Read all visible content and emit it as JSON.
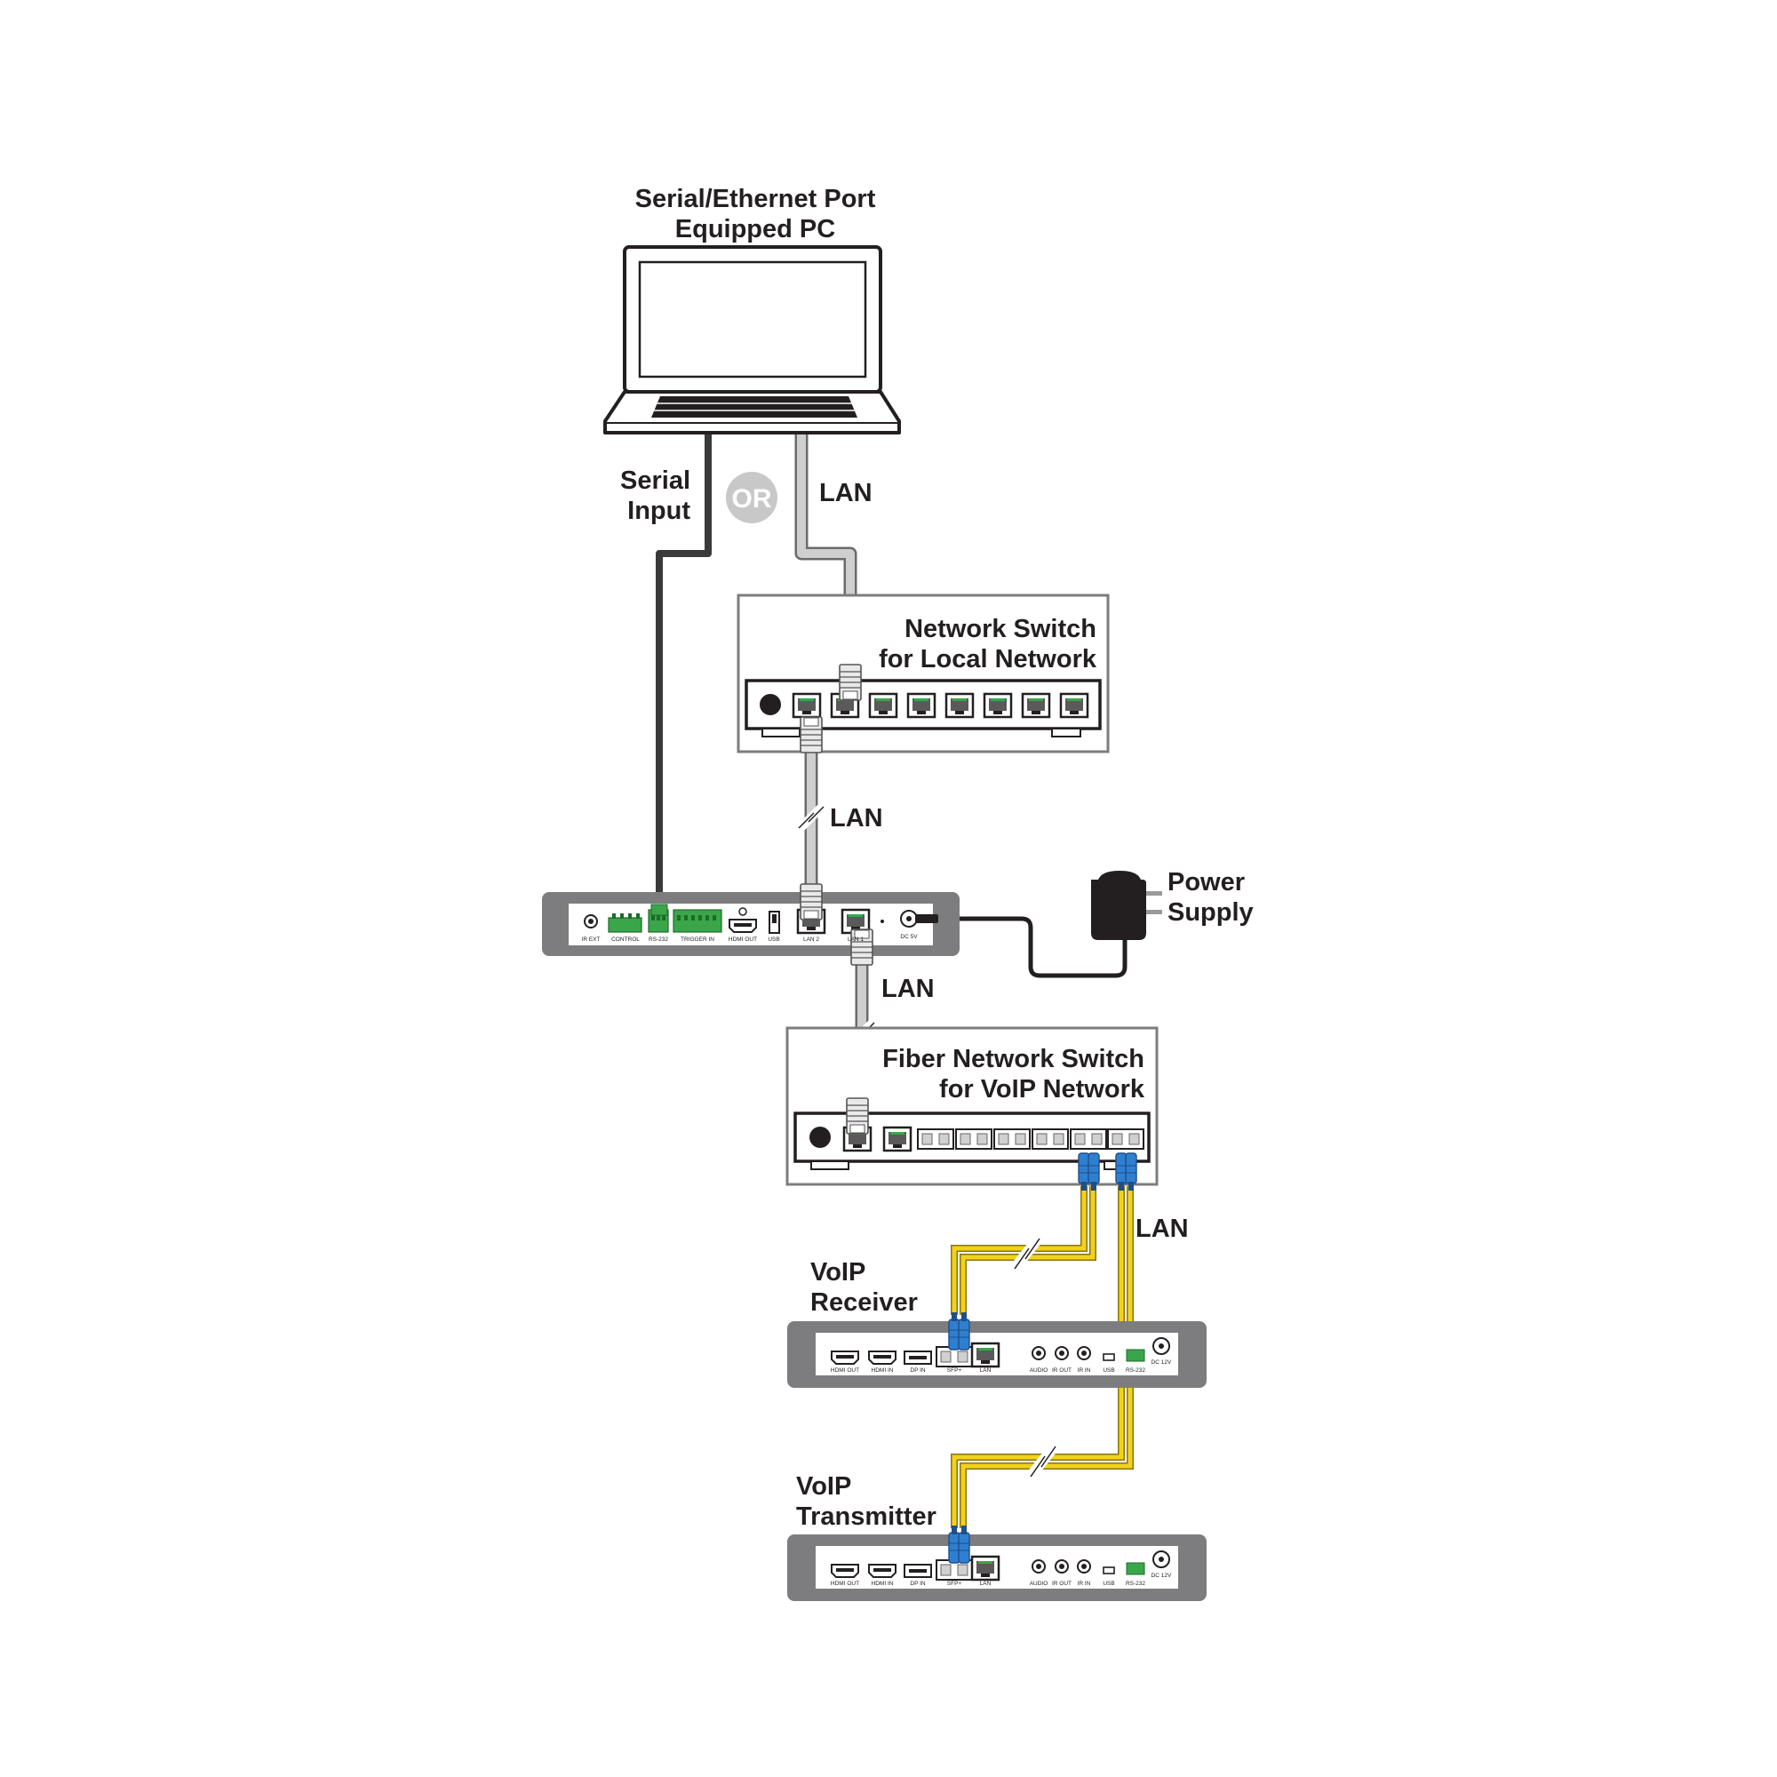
{
  "labels": {
    "pc_title_line1": "Serial/Ethernet Port",
    "pc_title_line2": "Equipped PC",
    "serial_line1": "Serial",
    "serial_line2": "Input",
    "or": "OR",
    "lan_pc": "LAN",
    "switch_line1": "Network Switch",
    "switch_line2": "for Local Network",
    "lan_switch": "LAN",
    "power_line1": "Power",
    "power_line2": "Supply",
    "lan_controller": "LAN",
    "fiber_line1": "Fiber Network Switch",
    "fiber_line2": "for VoIP Network",
    "lan_fiber": "LAN",
    "rx_line1": "VoIP",
    "rx_line2": "Receiver",
    "tx_line1": "VoIP",
    "tx_line2": "Transmitter"
  },
  "controller_ports": {
    "ir_ext": "IR EXT",
    "control": "CONTROL",
    "rs232": "RS-232",
    "trigger_in": "TRIGGER IN",
    "hdmi_out": "HDMI OUT",
    "usb": "USB",
    "lan2": "LAN 2",
    "lan1": "LAN 1",
    "dc": "DC 5V"
  },
  "receiver_ports": {
    "hdmi_out": "HDMI OUT",
    "hdmi_in": "HDMI IN",
    "dp_in": "DP IN",
    "sfp": "SFP+",
    "lan": "LAN",
    "audio": "AUDIO",
    "ir_out": "IR OUT",
    "ir_in": "IR IN",
    "usb": "USB",
    "rs232": "RS-232",
    "dc": "DC 12V"
  },
  "transmitter_ports": {
    "hdmi_out": "HDMI OUT",
    "hdmi_in": "HDMI IN",
    "dp_in": "DP IN",
    "sfp": "SFP+",
    "lan": "LAN",
    "audio": "AUDIO",
    "ir_out": "IR OUT",
    "ir_in": "IR IN",
    "usb": "USB",
    "rs232": "RS-232",
    "dc": "DC 12V"
  },
  "colors": {
    "ink": "#231f20",
    "device_gray": "#7d7d7f",
    "lan_cable": "#b3b3b3",
    "serial_cable": "#3a3a3a",
    "fiber_cable": "#f2d21b",
    "fiber_connector": "#2f7fd0",
    "terminal_green": "#3aa64a",
    "or_badge": "#c8c8c8"
  }
}
